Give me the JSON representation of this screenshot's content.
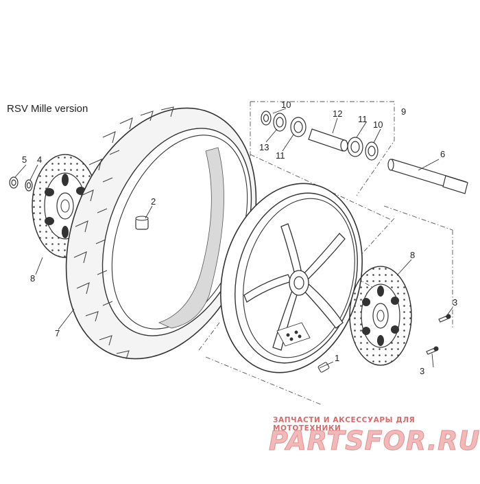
{
  "diagram": {
    "title": "RSV Mille version",
    "callouts": {
      "c1": "1",
      "c2": "2",
      "c3a": "3",
      "c3b": "3",
      "c4": "4",
      "c5": "5",
      "c6": "6",
      "c7": "7",
      "c8a": "8",
      "c8b": "8",
      "c9": "9",
      "c10a": "10",
      "c10b": "10",
      "c11a": "11",
      "c11b": "11",
      "c12": "12",
      "c13": "13"
    },
    "line_color": "#333333",
    "tyre_fill": "#f4f4f4",
    "inner_band_fill": "#d9d9d9"
  },
  "watermark": {
    "tagline": "ЗАПЧАСТИ И АКСЕССУАРЫ ДЛЯ МОТОТЕХНИКИ",
    "logo_text": "PARTSFOR.RU",
    "color": "#e38f8f"
  }
}
